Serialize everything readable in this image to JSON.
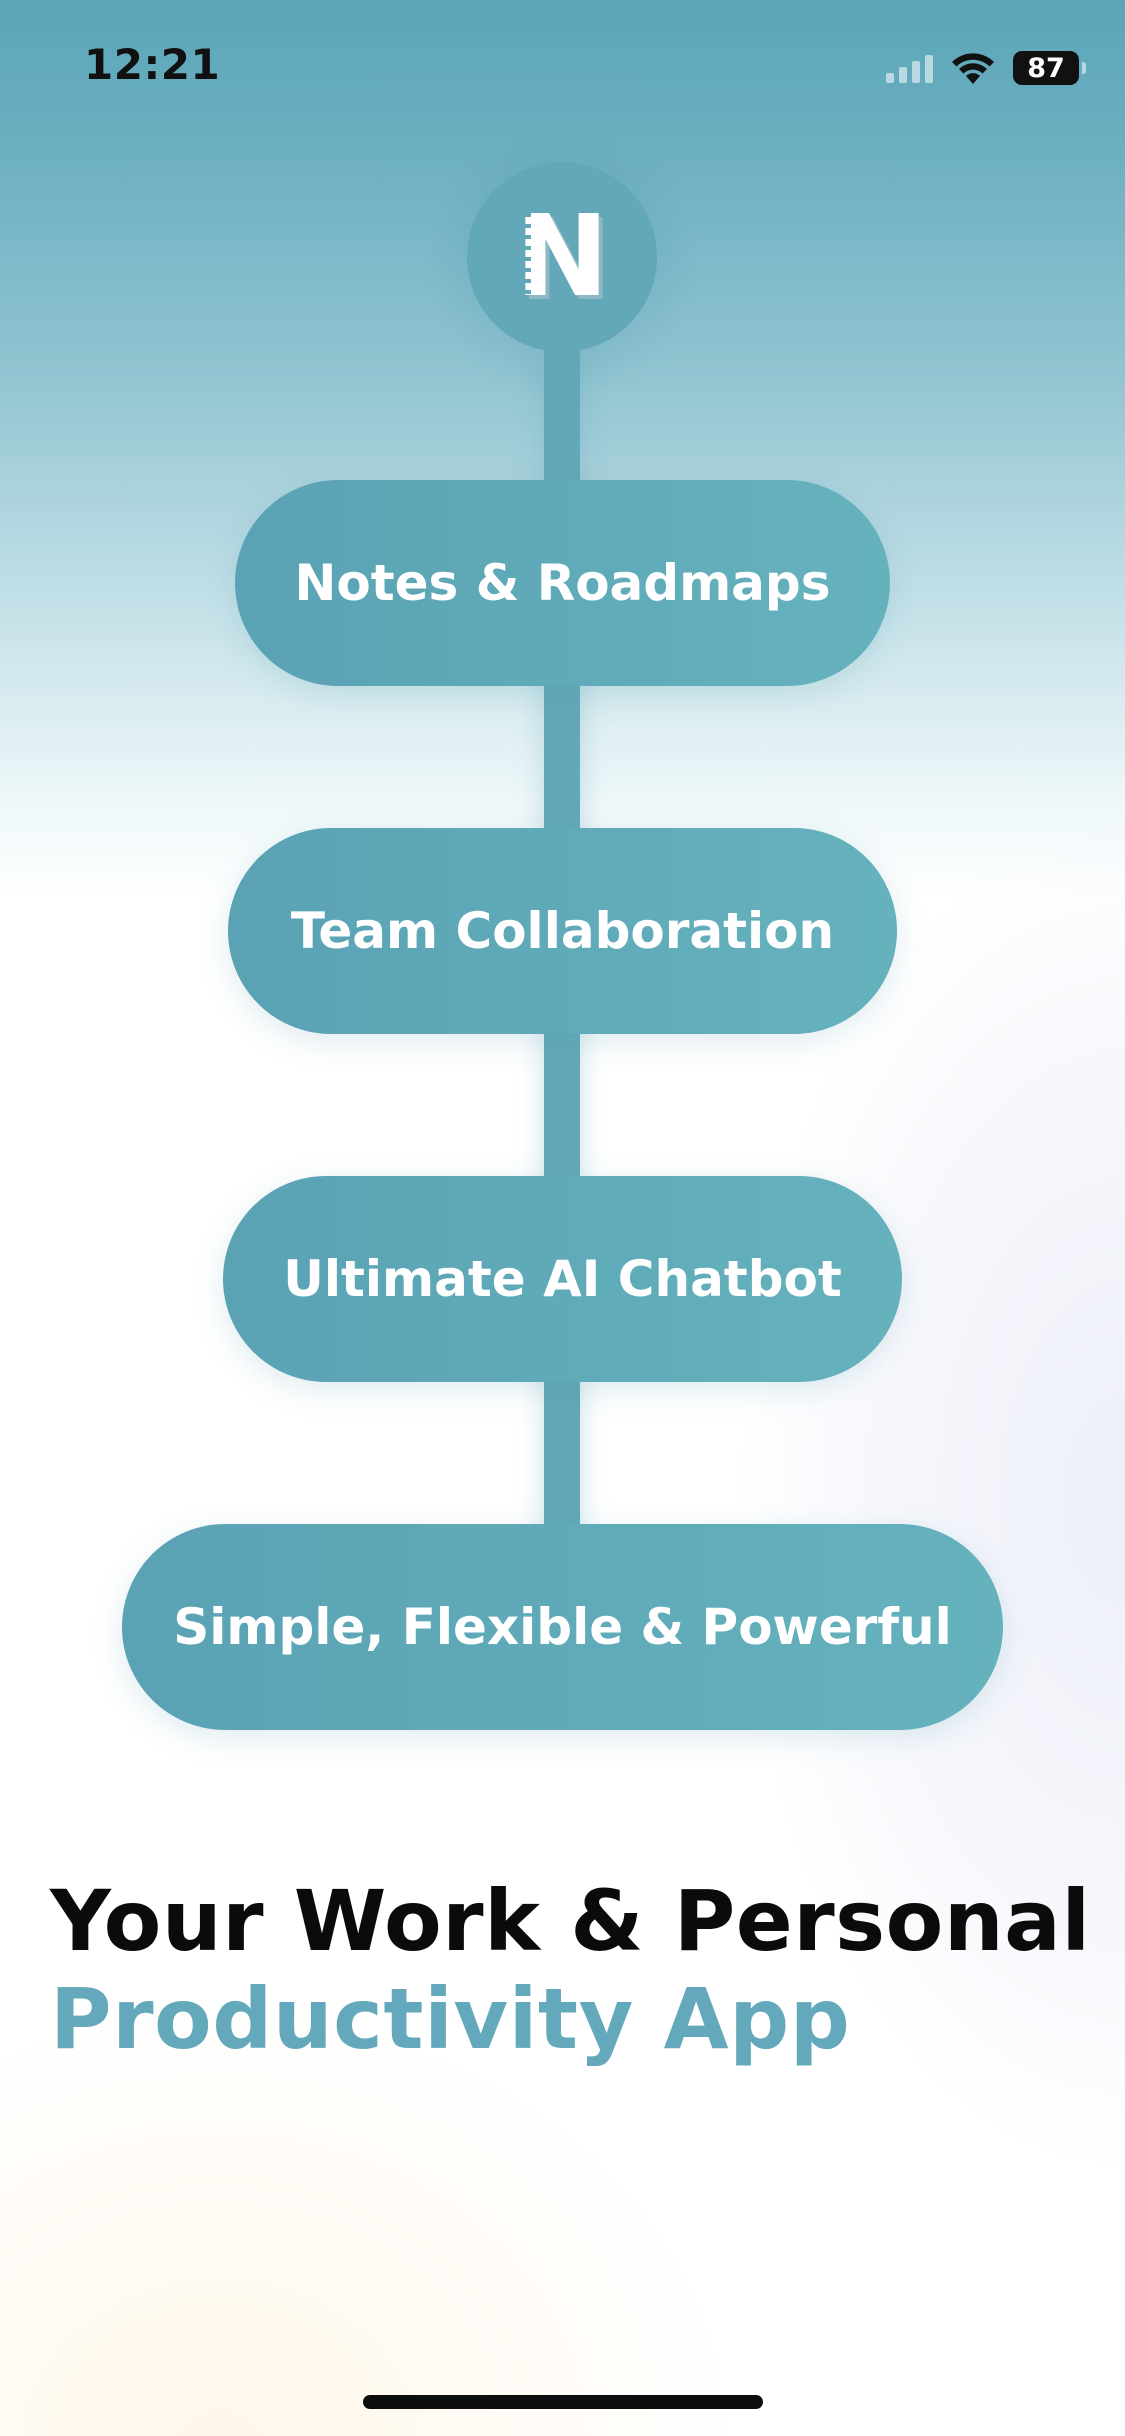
{
  "status_bar": {
    "time": "12:21",
    "battery": "87",
    "signal_icon": "cellular-signal-icon",
    "wifi_icon": "wifi-icon",
    "battery_icon": "battery-icon"
  },
  "logo": {
    "letter": "N",
    "icon": "notebook-logo-icon"
  },
  "features": [
    {
      "label": "Notes & Roadmaps"
    },
    {
      "label": "Team Collaboration"
    },
    {
      "label": "Ultimate AI Chatbot"
    },
    {
      "label": "Simple, Flexible & Powerful"
    }
  ],
  "headline": {
    "line1": "Your Work & Personal",
    "line2": "Productivity App"
  },
  "colors": {
    "accent": "#62a8b8",
    "headline_accent": "#64a9bb",
    "text_dark": "#0b0b0b"
  }
}
